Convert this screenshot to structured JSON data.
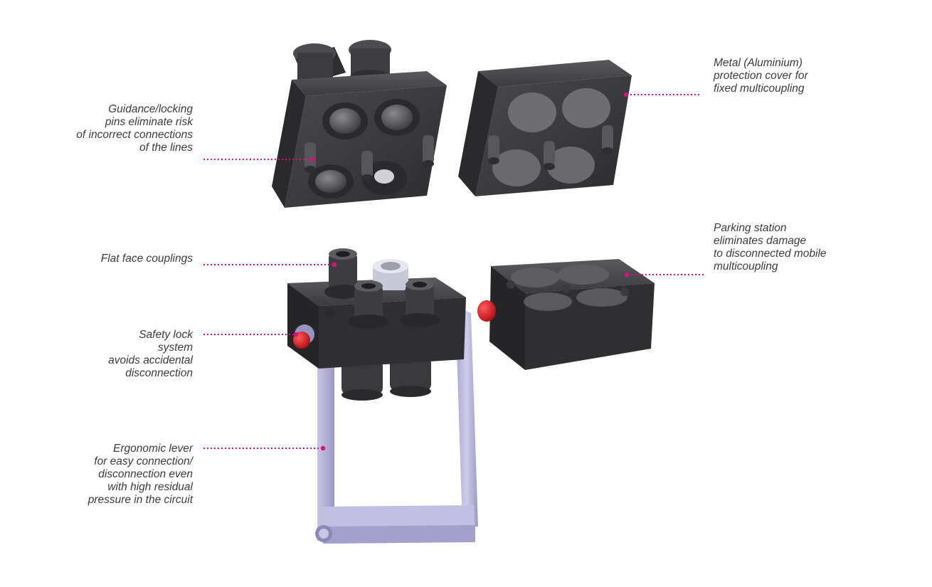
{
  "colors": {
    "background": "#ffffff",
    "leader": "#d4147a",
    "text": "#3c3c3c",
    "body_dark": "#3a3a3c",
    "body_mid": "#4a4a4d",
    "body_light": "#6a6a6e",
    "lever": "#b9b6dc",
    "lever_shadow": "#8c89b4",
    "red_button": "#d9141b"
  },
  "callouts": {
    "guidance": [
      "Guidance/locking",
      "pins eliminate risk",
      "of incorrect connections",
      "of the lines"
    ],
    "metal_cover": [
      "Metal (Aluminium)",
      "protection cover for",
      "fixed multicoupling"
    ],
    "flat_face": [
      "Flat face couplings"
    ],
    "parking": [
      "Parking station",
      "eliminates damage",
      "to disconnected mobile",
      "multicoupling"
    ],
    "safety_lock": [
      "Safety lock",
      "system",
      "avoids accidental",
      "disconnection"
    ],
    "lever": [
      "Ergonomic lever",
      "for easy connection/",
      "disconnection even",
      "with high residual",
      "pressure in the circuit"
    ]
  },
  "icons": {
    "fixed_multicoupling": "fixed-multicoupling-illustration",
    "protection_cover": "protection-cover-illustration",
    "mobile_multicoupling": "mobile-multicoupling-illustration",
    "parking_station": "parking-station-illustration"
  }
}
